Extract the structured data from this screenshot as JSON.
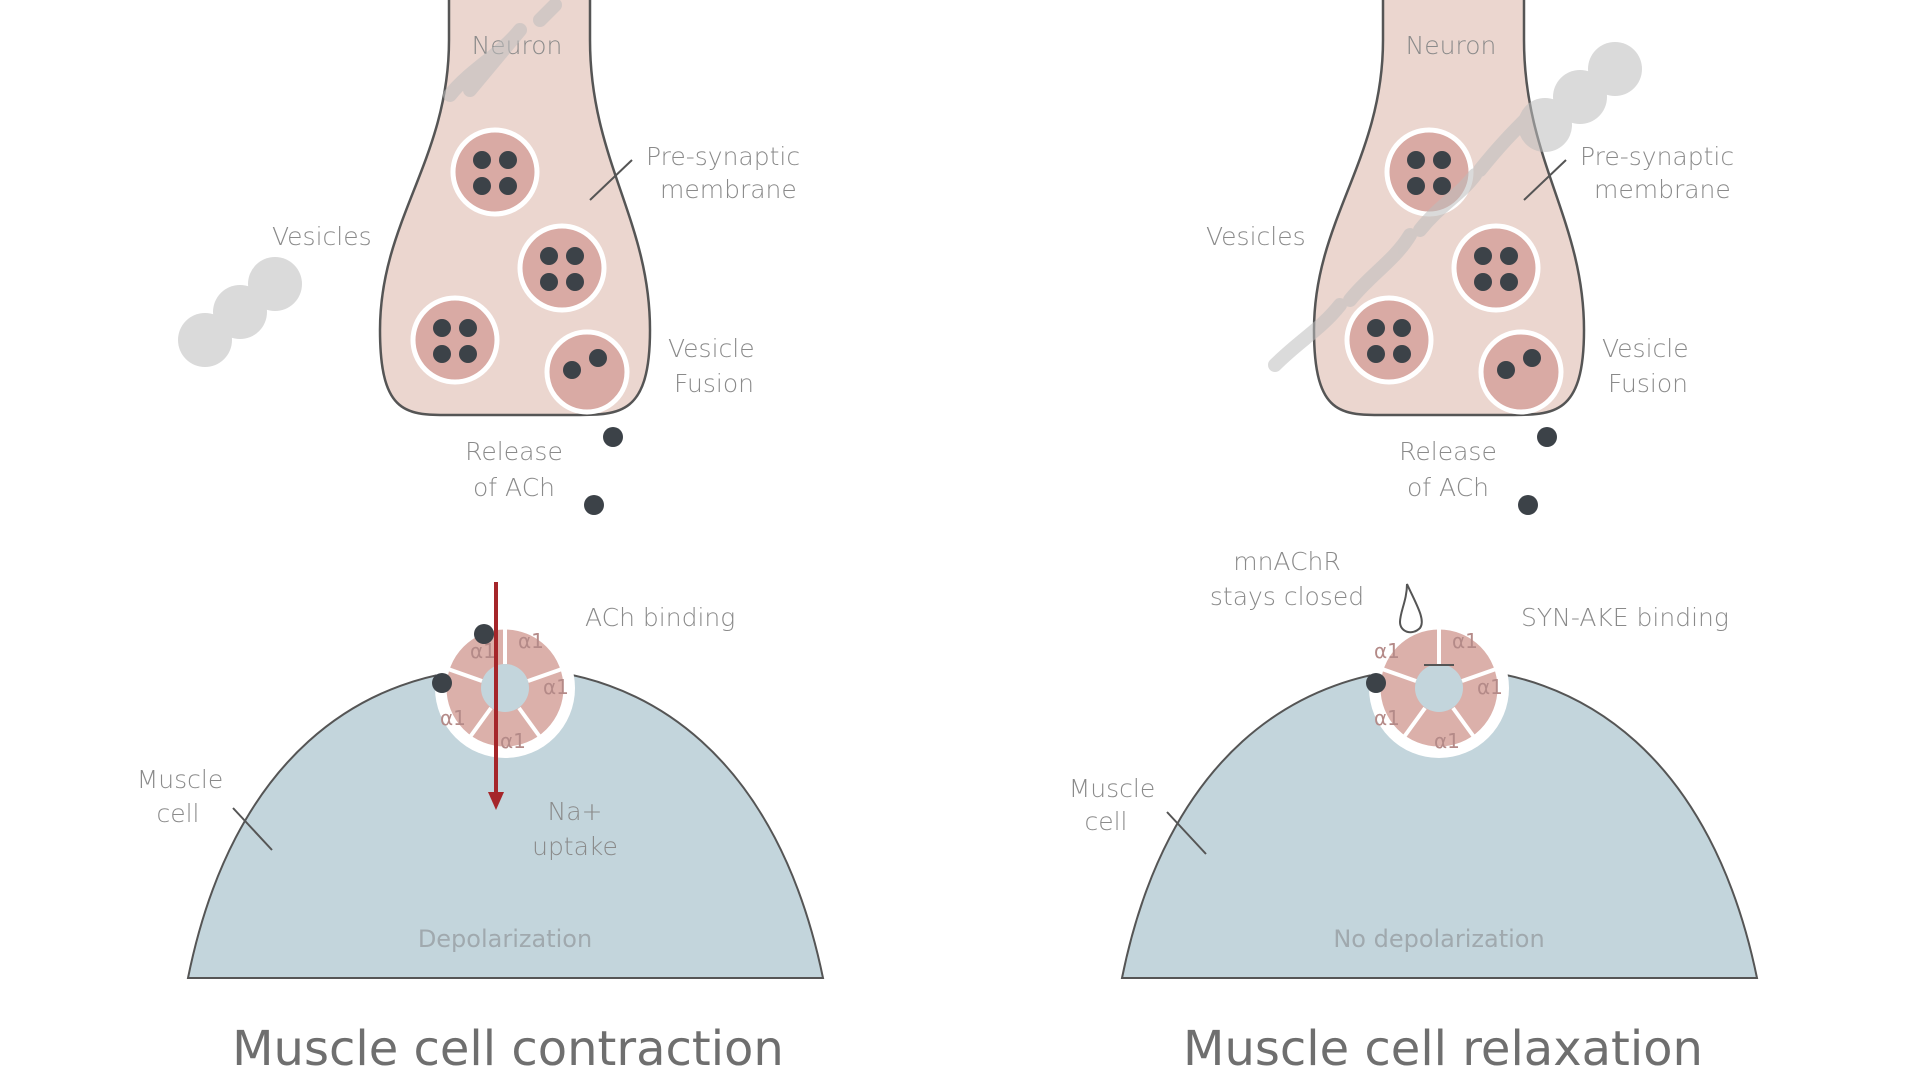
{
  "colors": {
    "neuron_fill": "#ebd6cf",
    "neuron_stroke": "#555555",
    "vesicle_fill": "#d9aaa4",
    "vesicle_ring": "#ffffff",
    "ach_dot": "#3c4248",
    "muscle_fill": "#c3d5dc",
    "receptor_fill": "#dbb0aa",
    "arrow_red": "#a5262a",
    "watermark": "#bdbdbd",
    "text": "#8a8a8a"
  },
  "left_panel": {
    "neuron_label": "Neuron",
    "presynaptic_label_1": "Pre-synaptic",
    "presynaptic_label_2": "membrane",
    "vesicles_label": "Vesicles",
    "vesicle_fusion_label_1": "Vesicle",
    "vesicle_fusion_label_2": "Fusion",
    "release_label_1": "Release",
    "release_label_2": "of ACh",
    "binding_label": "ACh binding",
    "subunit_label": "α1",
    "na_label_1": "Na+",
    "na_label_2": "uptake",
    "muscle_label_1": "Muscle",
    "muscle_label_2": "cell",
    "inner_label": "Depolarization",
    "caption": "Muscle cell contraction"
  },
  "right_panel": {
    "neuron_label": "Neuron",
    "presynaptic_label_1": "Pre-synaptic",
    "presynaptic_label_2": "membrane",
    "vesicles_label": "Vesicles",
    "vesicle_fusion_label_1": "Vesicle",
    "vesicle_fusion_label_2": "Fusion",
    "release_label_1": "Release",
    "release_label_2": "of ACh",
    "closed_label_1": "mnAChR",
    "closed_label_2": "stays closed",
    "binding_label": "SYN-AKE binding",
    "subunit_label": "α1",
    "muscle_label_1": "Muscle",
    "muscle_label_2": "cell",
    "inner_label": "No depolarization",
    "caption": "Muscle cell relaxation"
  }
}
